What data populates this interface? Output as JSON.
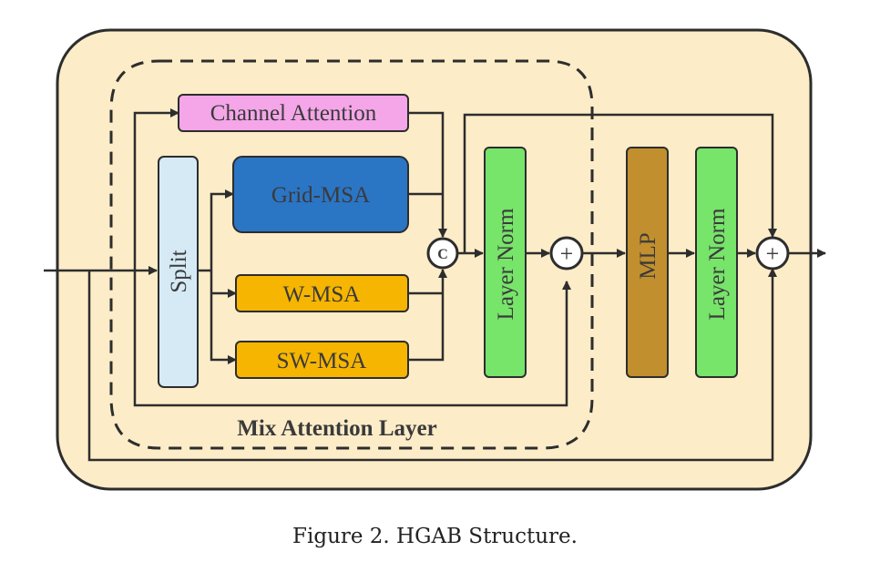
{
  "diagram": {
    "modules": {
      "channel_attention": "Channel Attention",
      "split": "Split",
      "grid_msa": "Grid-MSA",
      "w_msa": "W-MSA",
      "sw_msa": "SW-MSA",
      "layer_norm_1": "Layer Norm",
      "mlp": "MLP",
      "layer_norm_2": "Layer Norm"
    },
    "operators": {
      "concat": "C",
      "add_1": "+",
      "add_2": "+"
    },
    "group_label": "Mix Attention Layer"
  },
  "caption": "Figure 2.   HGAB Structure."
}
